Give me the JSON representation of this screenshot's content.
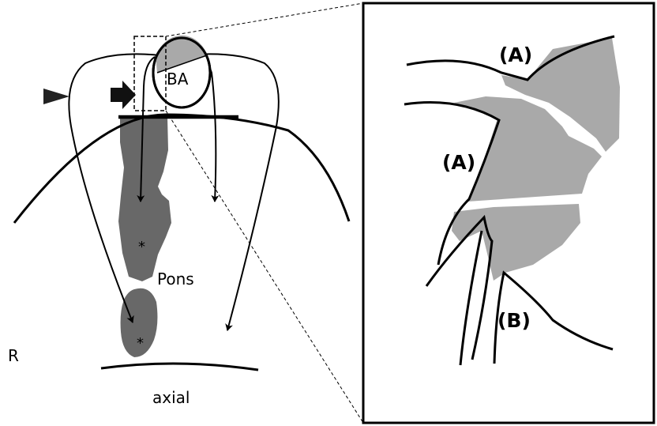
{
  "labels": {
    "ba": "BA",
    "pons": "Pons",
    "side": "R",
    "view": "axial",
    "star_upper": "*",
    "star_lower": "*",
    "inset_a_top": "(A)",
    "inset_a_mid": "(A)",
    "inset_b": "(B)"
  },
  "colors": {
    "lesion_fill": "#686868",
    "ba_fill": "#a9a9a9",
    "inset_fill": "#a9a9a9",
    "stroke": "#000000",
    "background": "#ffffff"
  },
  "icons": {
    "arrowhead": "left-triangle-pointer",
    "block_arrow": "right-block-arrow"
  }
}
